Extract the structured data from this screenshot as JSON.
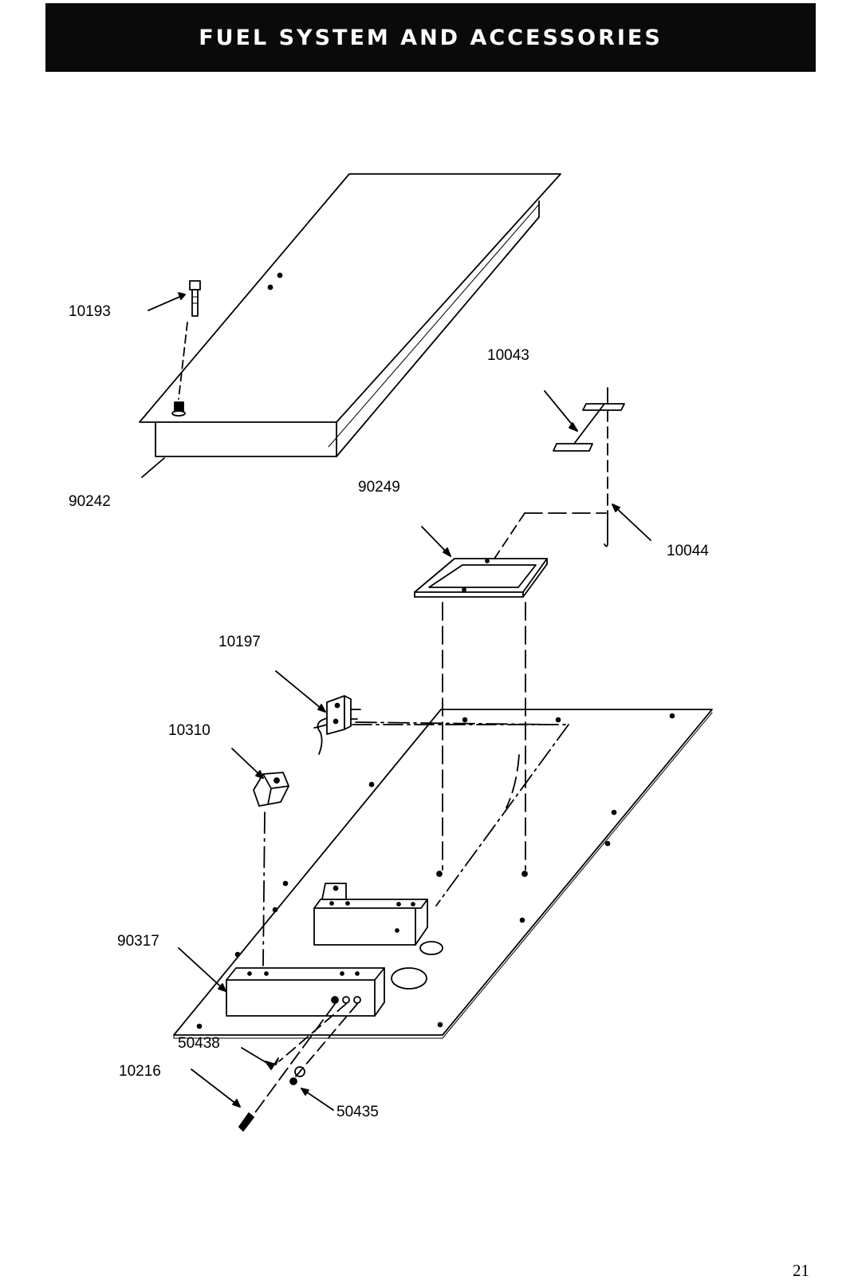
{
  "header": {
    "title": "FUEL SYSTEM AND ACCESSORIES"
  },
  "labels": {
    "p10193": "10193",
    "p10043": "10043",
    "p90242": "90242",
    "p90249": "90249",
    "p10044": "10044",
    "p10197": "10197",
    "p10310": "10310",
    "p90317": "90317",
    "p50438": "50438",
    "p10216": "10216",
    "p50435": "50435"
  },
  "page_number": "21"
}
